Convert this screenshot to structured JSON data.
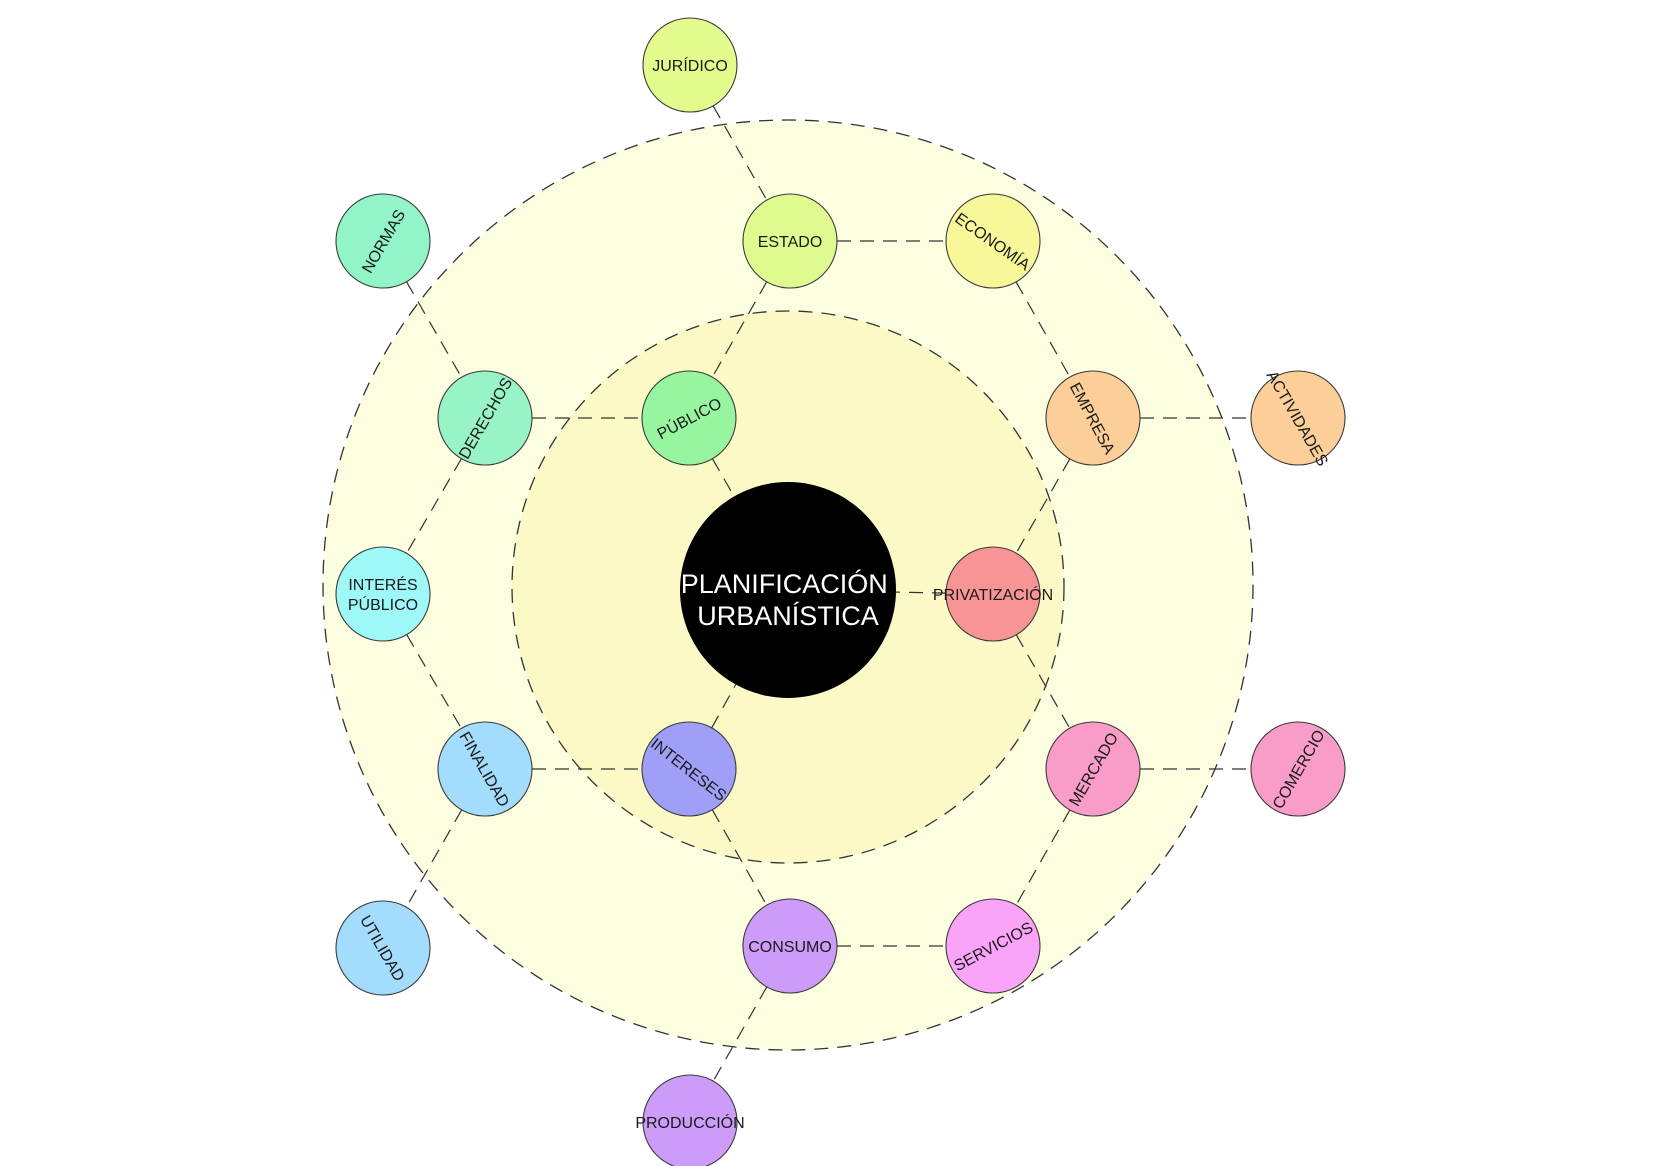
{
  "center": {
    "lines": [
      "PLANIFICACIÓN",
      "URBANÍSTICA"
    ],
    "color": "#000000"
  },
  "rings": {
    "outer_fill": "#fdfde0",
    "inner_fill": "#fbf9c6"
  },
  "nodes": [
    {
      "id": "juridico",
      "label": "JURÍDICO",
      "color": "#e2fb8c"
    },
    {
      "id": "estado",
      "label": "ESTADO",
      "color": "#dffa8f"
    },
    {
      "id": "economia",
      "label": "ECONOMÍA",
      "color": "#f8f79a"
    },
    {
      "id": "normas",
      "label": "NORMAS",
      "color": "#92f5c8"
    },
    {
      "id": "derechos",
      "label": "DERECHOS",
      "color": "#98f3c6"
    },
    {
      "id": "publico",
      "label": "PÚBLICO",
      "color": "#97f59f"
    },
    {
      "id": "empresa",
      "label": "EMPRESA",
      "color": "#fccf98"
    },
    {
      "id": "actividades",
      "label": "ACTIVIDADES",
      "color": "#fccf98"
    },
    {
      "id": "interes_publico",
      "label": "INTERÉS PÚBLICO",
      "color": "#9ef8f8"
    },
    {
      "id": "privatizacion",
      "label": "PRIVATIZACIÓN",
      "color": "#f99494"
    },
    {
      "id": "finalidad",
      "label": "FINALIDAD",
      "color": "#a3dcfc"
    },
    {
      "id": "intereses",
      "label": "INTERESES",
      "color": "#9f9ff8"
    },
    {
      "id": "mercado",
      "label": "MERCADO",
      "color": "#f99cc8"
    },
    {
      "id": "comercio",
      "label": "COMERCIO",
      "color": "#f99cc8"
    },
    {
      "id": "utilidad",
      "label": "UTILIDAD",
      "color": "#a3dcfc"
    },
    {
      "id": "consumo",
      "label": "CONSUMO",
      "color": "#cc9cf8"
    },
    {
      "id": "servicios",
      "label": "SERVICIOS",
      "color": "#f9a3f9"
    },
    {
      "id": "produccion",
      "label": "PRODUCCIÓN",
      "color": "#cc9cf8"
    }
  ],
  "links": [
    [
      "juridico",
      "estado"
    ],
    [
      "estado",
      "publico"
    ],
    [
      "estado",
      "economia"
    ],
    [
      "economia",
      "empresa"
    ],
    [
      "empresa",
      "actividades"
    ],
    [
      "empresa",
      "privatizacion"
    ],
    [
      "normas",
      "derechos"
    ],
    [
      "derechos",
      "publico"
    ],
    [
      "derechos",
      "interes_publico"
    ],
    [
      "publico",
      "center"
    ],
    [
      "privatizacion",
      "center"
    ],
    [
      "intereses",
      "center"
    ],
    [
      "privatizacion",
      "mercado"
    ],
    [
      "interes_publico",
      "finalidad"
    ],
    [
      "finalidad",
      "intereses"
    ],
    [
      "finalidad",
      "utilidad"
    ],
    [
      "intereses",
      "consumo"
    ],
    [
      "mercado",
      "comercio"
    ],
    [
      "mercado",
      "servicios"
    ],
    [
      "consumo",
      "servicios"
    ],
    [
      "consumo",
      "produccion"
    ]
  ]
}
